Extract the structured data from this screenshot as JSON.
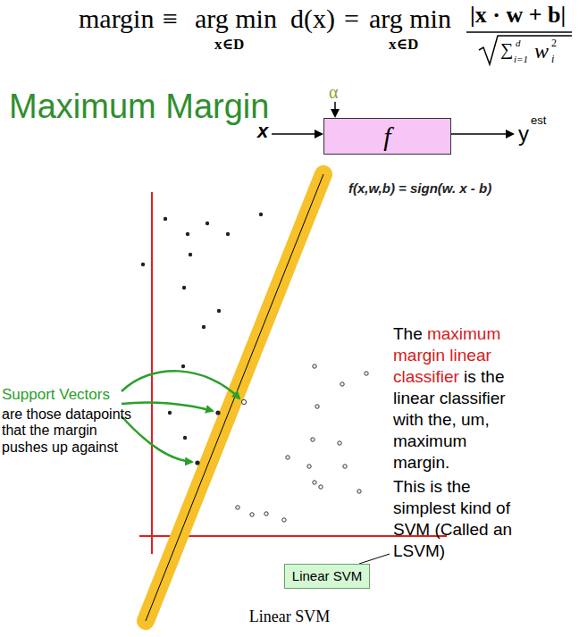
{
  "diagram": {
    "title": "Maximum Margin",
    "caption": "Linear SVM",
    "nodes": [
      {
        "text": [
          "f"
        ]
      },
      {
        "text": [
          "Linear SVM"
        ]
      }
    ],
    "labels": [
      "margin",
      "≡",
      "arg min",
      "x∈D",
      "d(x)",
      "=",
      "arg min",
      "x∈D",
      "|x · w + b|",
      "∑",
      "d",
      "i=1",
      "w",
      "i",
      "2",
      "α",
      "x",
      "y",
      "est",
      "f(x,w,b) = sign(w. x - b)",
      "Support Vectors",
      "are those datapoints that the margin pushes up against",
      "The",
      "maximum margin linear classifier",
      "is the linear classifier with the, um, maximum margin.",
      "This is the simplest kind of SVM (Called an LSVM)"
    ]
  }
}
